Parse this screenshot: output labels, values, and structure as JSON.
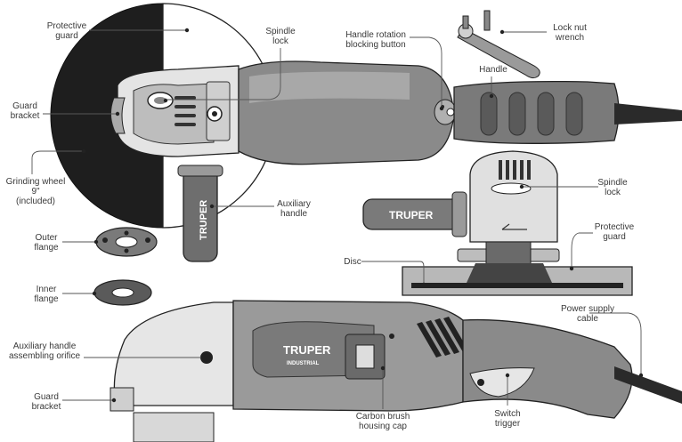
{
  "labels": {
    "protective_guard_top": [
      "Protective",
      "guard"
    ],
    "spindle_lock_top": [
      "Spindle",
      "lock"
    ],
    "handle_rotation_button": [
      "Handle rotation",
      "blocking button"
    ],
    "lock_nut_wrench": [
      "Lock nut",
      "wrench"
    ],
    "handle": [
      "Handle"
    ],
    "guard_bracket_top": [
      "Guard",
      "bracket"
    ],
    "grinding_wheel": [
      "Grinding wheel",
      "9\"",
      "(included)"
    ],
    "spindle_lock_right": [
      "Spindle",
      "lock"
    ],
    "auxiliary_handle": [
      "Auxiliary",
      "handle"
    ],
    "protective_guard_right": [
      "Protective",
      "guard"
    ],
    "outer_flange": [
      "Outer",
      "flange"
    ],
    "disc": [
      "Disc"
    ],
    "inner_flange": [
      "Inner",
      "flange"
    ],
    "power_supply_cable": [
      "Power supply",
      "cable"
    ],
    "aux_handle_orifice": [
      "Auxiliary handle",
      "assembling orifice"
    ],
    "guard_bracket_bottom": [
      "Guard",
      "bracket"
    ],
    "carbon_brush_cap": [
      "Carbon brush",
      "housing cap"
    ],
    "switch_trigger": [
      "Switch",
      "trigger"
    ]
  },
  "brand": {
    "handle_text": "TRUPER",
    "bottom_name": "TRUPER",
    "bottom_sub": "INDUSTRIAL"
  },
  "colors": {
    "body_dark": "#707070",
    "body_mid": "#9a9a9a",
    "body_light": "#d4d4d4",
    "wheel": "#1e1e1e",
    "outline": "#222222",
    "label_text": "#3a3a3a"
  }
}
